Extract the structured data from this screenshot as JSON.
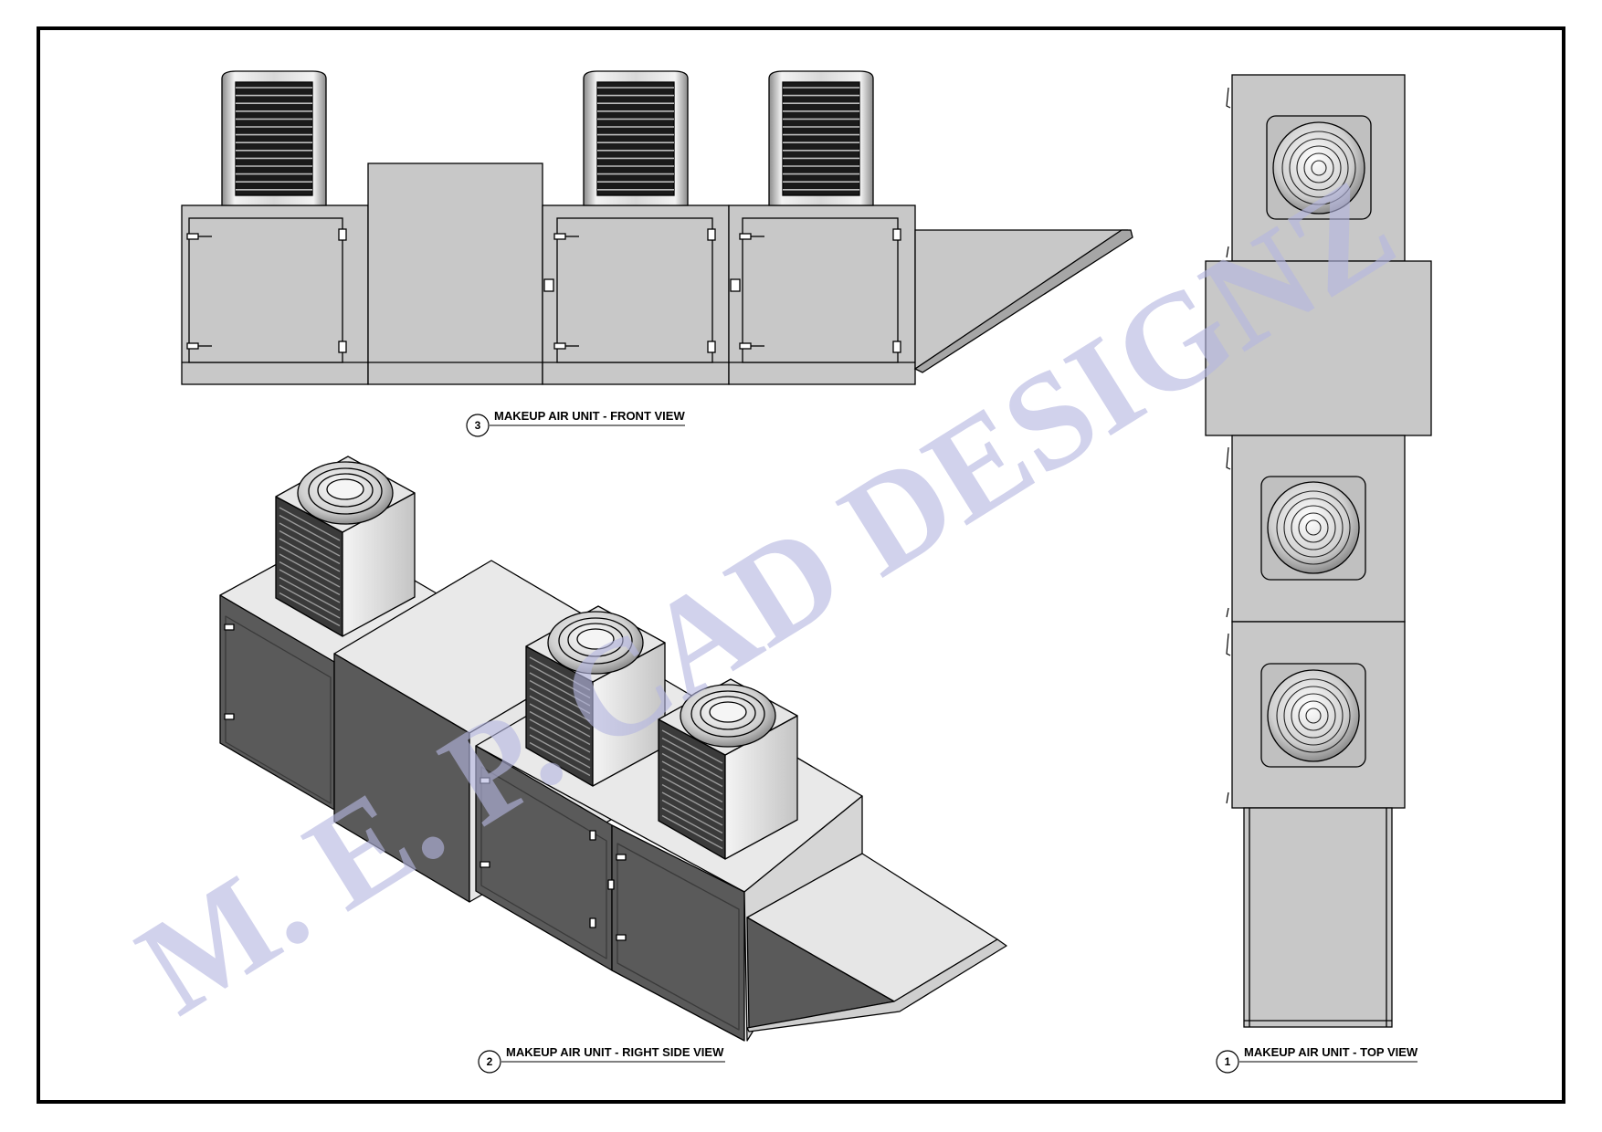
{
  "views": {
    "front": {
      "number": "3",
      "title": "MAKEUP AIR UNIT - FRONT VIEW"
    },
    "side": {
      "number": "2",
      "title": "MAKEUP AIR UNIT - RIGHT SIDE VIEW"
    },
    "top": {
      "number": "1",
      "title": "MAKEUP AIR UNIT - TOP VIEW"
    }
  },
  "watermark": "M. E. P. CAD DESIGNZ",
  "colors": {
    "panel": "#c8c8c8",
    "panel_light": "#e9e9e9",
    "panel_dark": "#5a5a5a",
    "louver": "#1a1a1a",
    "line": "#000000",
    "watermark": "#b4b7e0"
  }
}
